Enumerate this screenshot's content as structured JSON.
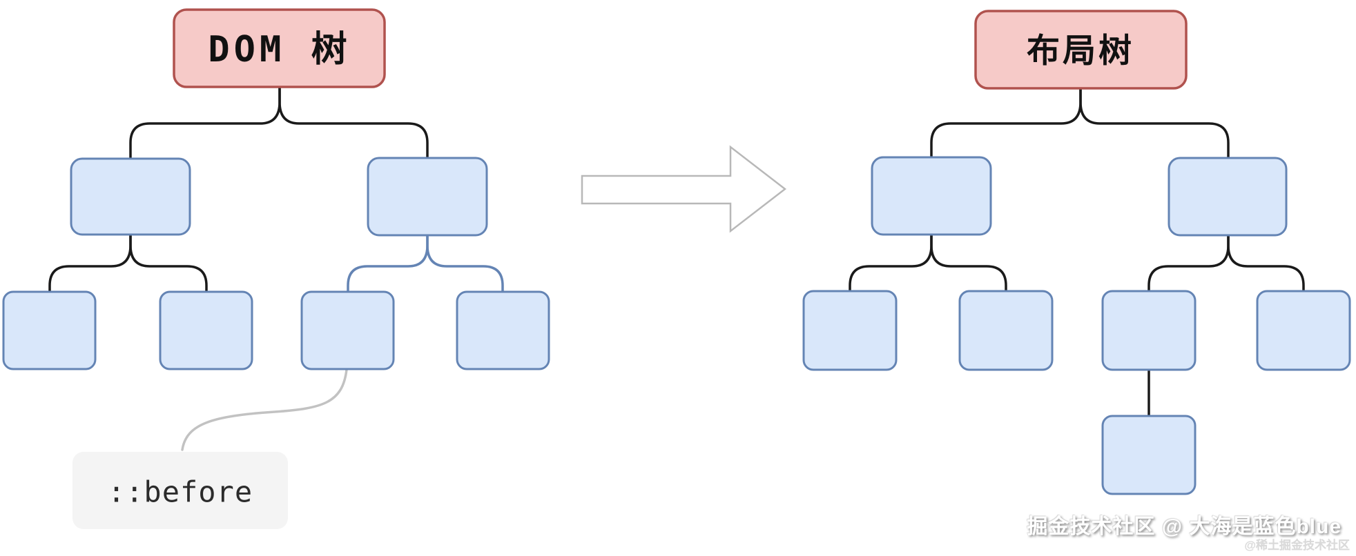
{
  "dom_tree": {
    "title": "DOM 树",
    "levels": 3,
    "node_count": 7,
    "structure": "root with 2 children; each child has 2 leaf nodes; a gray curve links the third leaf to a ::before pseudo-element label",
    "pseudo_element_label": "::before",
    "highlighted_branch": "right child's connectors drawn in blue"
  },
  "layout_tree": {
    "title": "布局树",
    "levels": 4,
    "node_count": 8,
    "structure": "root with 2 children; each child has 2 leaf nodes; the third leaf gains one generated child box (the ::before content)"
  },
  "transform_arrow": {
    "direction": "right",
    "style": "outlined hollow arrow"
  },
  "watermark": {
    "line1": "掘金技术社区 @ 大海是蓝色blue",
    "line2": "@稀土掘金技术社区"
  },
  "colors": {
    "background": "#ffffff",
    "root_node_fill": "#f6cac8",
    "root_node_stroke": "#b0524e",
    "node_fill": "#d9e7fa",
    "node_stroke": "#6484b4",
    "connector": "#1a1a1a",
    "connector_highlight_blue": "#6484b4",
    "pseudo_curve": "#c2c2c2",
    "pseudo_box_fill": "#f4f4f4",
    "pseudo_text": "#2b2b2b",
    "arrow_outline": "#b8b8b8"
  }
}
